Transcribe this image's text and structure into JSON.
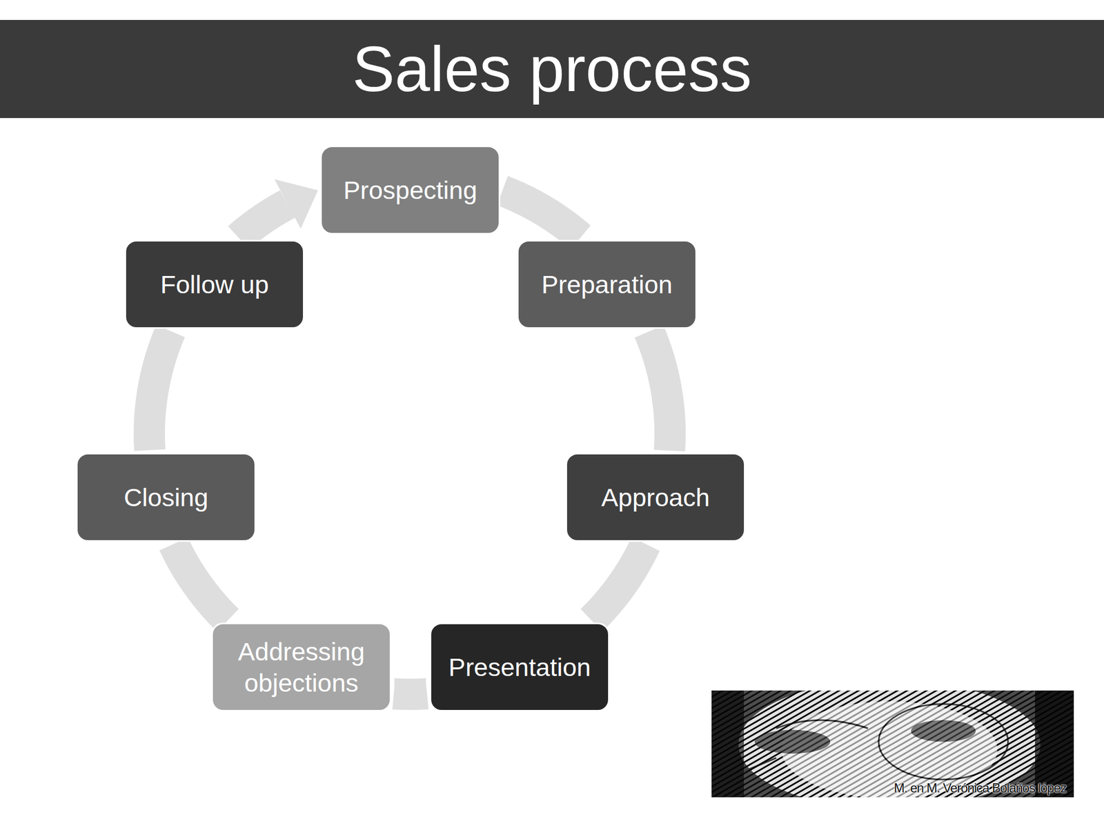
{
  "diagram": {
    "title": "Sales process",
    "nodes": [
      {
        "text": [
          "Prospecting"
        ]
      },
      {
        "text": [
          "Preparation"
        ]
      },
      {
        "text": [
          "Approach"
        ]
      },
      {
        "text": [
          "Presentation"
        ]
      },
      {
        "text": [
          "Addressing objections"
        ]
      },
      {
        "text": [
          "Closing"
        ]
      },
      {
        "text": [
          "Follow up"
        ]
      }
    ],
    "edges": [
      {
        "from": 0,
        "to": 1,
        "arrow": "none"
      },
      {
        "from": 1,
        "to": 2,
        "arrow": "none"
      },
      {
        "from": 2,
        "to": 3,
        "arrow": "none"
      },
      {
        "from": 3,
        "to": 4,
        "arrow": "none"
      },
      {
        "from": 4,
        "to": 5,
        "arrow": "none"
      },
      {
        "from": 5,
        "to": 6,
        "arrow": "none"
      },
      {
        "from": 6,
        "to": 0,
        "arrow": "to"
      }
    ],
    "labels": [
      "M. en M. Verónica Bolaños lópez"
    ]
  }
}
